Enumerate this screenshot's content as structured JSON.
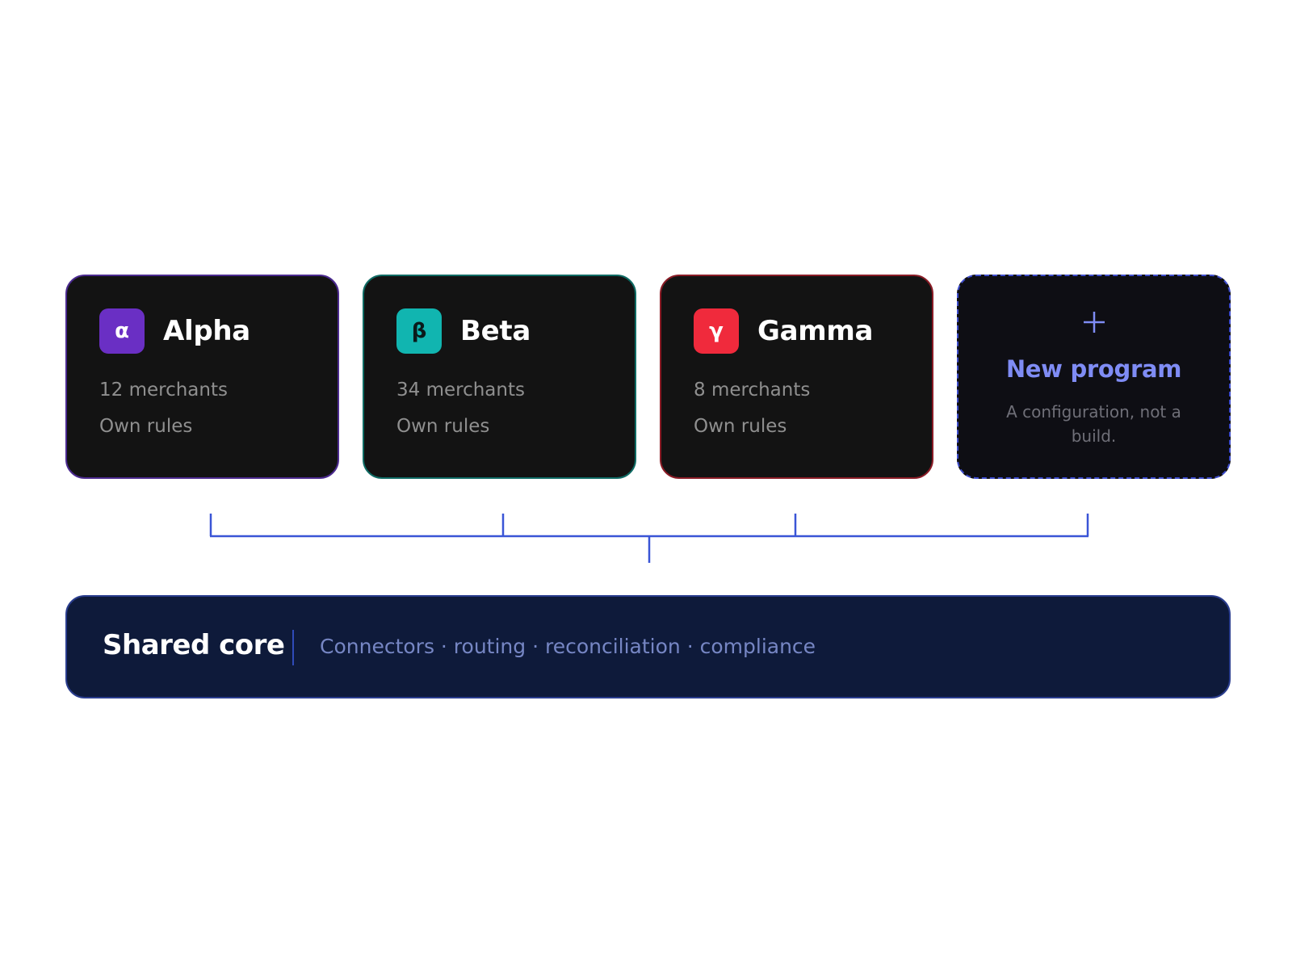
{
  "programs": [
    {
      "badge": "α",
      "badge_color": "#6a2fc4",
      "badge_text_color": "#ffffff",
      "border_color": "#4b2a8f",
      "name": "Alpha",
      "merchants": "12 merchants",
      "rules": "Own rules"
    },
    {
      "badge": "β",
      "badge_color": "#11b5b0",
      "badge_text_color": "#0a1a1a",
      "border_color": "#0f6b64",
      "name": "Beta",
      "merchants": "34 merchants",
      "rules": "Own rules"
    },
    {
      "badge": "γ",
      "badge_color": "#f02a3c",
      "badge_text_color": "#ffffff",
      "border_color": "#8a1c26",
      "name": "Gamma",
      "merchants": "8 merchants",
      "rules": "Own rules"
    }
  ],
  "new_program": {
    "icon": "plus-icon",
    "title": "New program",
    "description": "A configuration, not a build.",
    "accent": "#7f8cf5"
  },
  "shared_core": {
    "title": "Shared core",
    "description": "Connectors · routing · reconciliation · compliance",
    "background": "#0e1a3a"
  },
  "connector_color": "#3a55d6"
}
